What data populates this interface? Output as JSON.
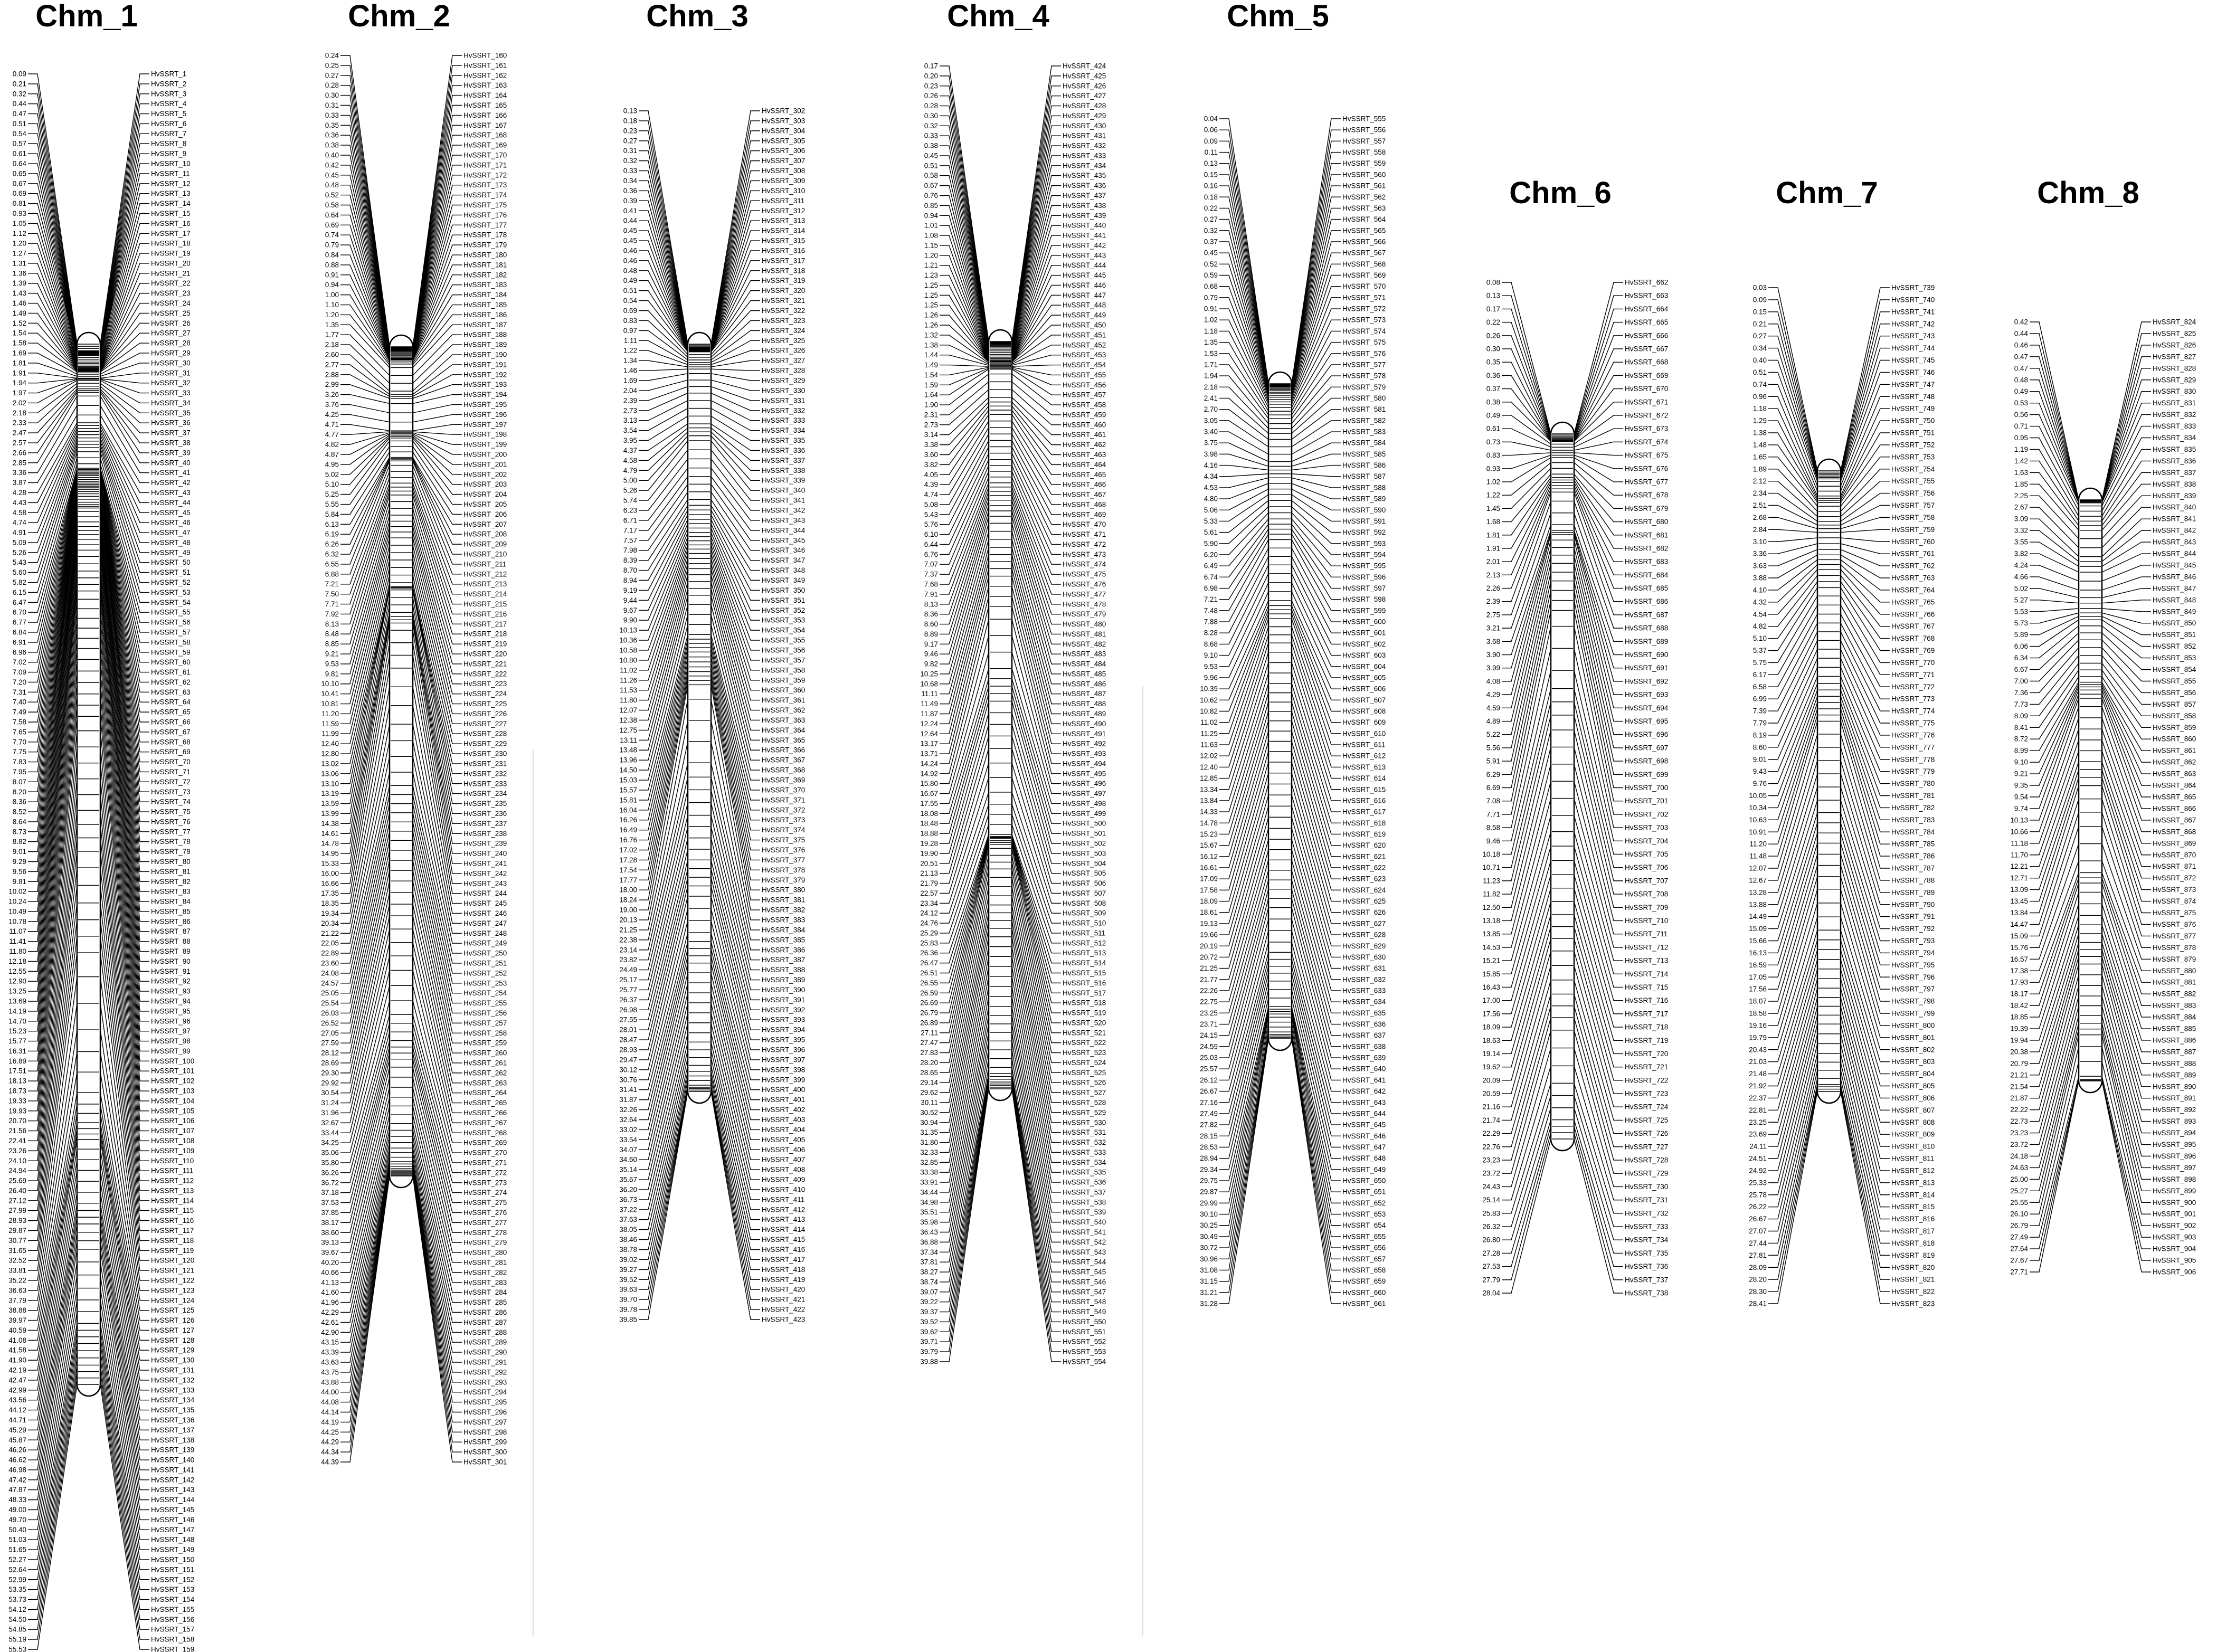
{
  "figure": {
    "marker_prefix": "HvSSRT_",
    "line_color": "#000000",
    "background": "#ffffff"
  },
  "chromosomes": [
    {
      "name": "Chm_1",
      "first_marker": 1,
      "last_marker": 159,
      "start_cM": 0.09,
      "end_cM": 55.53,
      "sample_positions": [
        "0.09",
        "0.44",
        "0.54",
        "0.64",
        "0.68",
        "1.04",
        "1.27",
        "1.39",
        "1.49",
        "1.56",
        "1.90",
        "1.99",
        "2.45",
        "2.73",
        "4.24",
        "4.69",
        "5.21",
        "5.72",
        "6.68",
        "6.89",
        "7.05",
        "7.37",
        "7.63",
        "7.78",
        "8.13",
        "8.60",
        "8.87",
        "9.70",
        "10.34",
        "11.20",
        "12.35",
        "13.39",
        "14.90",
        "16.51",
        "18.35",
        "20.13",
        "22.69",
        "25.19",
        "27.32",
        "30.12",
        "32.74",
        "36.95",
        "40.20",
        "41.67",
        "42.52",
        "44.21",
        "45.95",
        "47.02",
        "48.37",
        "50.45",
        "52.31",
        "53.36",
        "54.51",
        "55.53"
      ]
    },
    {
      "name": "Chm_2",
      "first_marker": 160,
      "last_marker": 301,
      "start_cM": 0.24,
      "end_cM": 44.39,
      "sample_positions": [
        "0.24",
        "0.29",
        "0.34",
        "0.40",
        "0.49",
        "0.68",
        "0.85",
        "0.95",
        "1.29",
        "2.69",
        "3.05",
        "4.71",
        "4.89",
        "5.15",
        "6.13",
        "6.34",
        "7.44",
        "8.15",
        "9.36",
        "10.33",
        "11.65",
        "13.00",
        "13.13",
        "14.47",
        "15.05",
        "17.28",
        "20.62",
        "23.43",
        "25.05",
        "26.70",
        "28.51",
        "30.58",
        "32.98",
        "35.70",
        "37.25",
        "38.33",
        "40.13",
        "41.70",
        "42.80",
        "43.62",
        "44.04",
        "44.23",
        "44.39"
      ]
    },
    {
      "name": "Chm_3",
      "first_marker": 302,
      "last_marker": 423,
      "start_cM": 0.13,
      "end_cM": 39.85,
      "sample_positions": [
        "0.13",
        "0.31",
        "0.35",
        "0.45",
        "0.46",
        "0.53",
        "1.07",
        "1.51",
        "2.82",
        "4.38",
        "5.17",
        "7.00",
        "8.54",
        "9.48",
        "10.35",
        "11.18",
        "12.20",
        "13.58",
        "15.60",
        "16.45",
        "17.45",
        "18.33",
        "22.59",
        "25.15",
        "27.43",
        "29.17",
        "31.61",
        "33.06",
        "35.07",
        "37.08",
        "38.64",
        "39.57",
        "39.85"
      ]
    },
    {
      "name": "Chm_4",
      "first_marker": 424,
      "last_marker": 554,
      "start_cM": 0.17,
      "end_cM": 39.88,
      "sample_positions": [
        "0.17",
        "0.28",
        "0.34",
        "0.59",
        "0.93",
        "1.19",
        "1.25",
        "1.26",
        "1.48",
        "1.66",
        "3.20",
        "4.00",
        "5.28",
        "6.54",
        "7.68",
        "8.52",
        "9.58",
        "11.17",
        "12.56",
        "14.55",
        "17.80",
        "19.28",
        "21.57",
        "24.45",
        "26.44",
        "26.58",
        "26.95",
        "28.30",
        "30.11",
        "31.65",
        "33.60",
        "35.59",
        "37.27",
        "39.01",
        "39.56",
        "39.88"
      ]
    },
    {
      "name": "Chm_5",
      "first_marker": 555,
      "last_marker": 661,
      "start_cM": 0.04,
      "end_cM": 31.28,
      "sample_positions": [
        "0.04",
        "0.13",
        "0.18",
        "0.37",
        "0.64",
        "1.05",
        "1.69",
        "2.55",
        "3.84",
        "4.50",
        "5.48",
        "6.55",
        "7.42",
        "8.89",
        "10.46",
        "11.18",
        "12.59",
        "14.40",
        "16.02",
        "17.80",
        "19.71",
        "21.65",
        "23.45",
        "25.06",
        "27.07",
        "28.28",
        "29.76",
        "30.18",
        "31.04",
        "31.28"
      ]
    },
    {
      "name": "Chm_6",
      "first_marker": 662,
      "last_marker": 738,
      "start_cM": 0.08,
      "end_cM": 28.04,
      "sample_positions": [
        "0.08",
        "0.22",
        "0.35",
        "0.38",
        "0.75",
        "1.04",
        "1.73",
        "2.04",
        "2.43",
        "3.85",
        "4.11",
        "5.02",
        "6.08",
        "7.29",
        "9.95",
        "11.55",
        "13.61",
        "15.67",
        "17.41",
        "19.03",
        "20.47",
        "22.22",
        "23.64",
        "25.79",
        "27.27",
        "28.04"
      ]
    },
    {
      "name": "Chm_7",
      "first_marker": 739,
      "last_marker": 823,
      "start_cM": 0.03,
      "end_cM": 28.41,
      "sample_positions": [
        "0.03",
        "0.23",
        "0.45",
        "1.20",
        "1.52",
        "2.31",
        "2.87",
        "3.77",
        "4.51",
        "5.44",
        "6.83",
        "8.17",
        "9.56",
        "10.54",
        "11.49",
        "13.52",
        "15.55",
        "17.11",
        "18.83",
        "20.96",
        "22.46",
        "23.93",
        "25.29",
        "26.80",
        "28.05",
        "28.41"
      ]
    },
    {
      "name": "Chm_8",
      "first_marker": 824,
      "last_marker": 906,
      "start_cM": 0.42,
      "end_cM": 27.71,
      "sample_positions": [
        "0.42",
        "0.47",
        "0.48",
        "0.58",
        "1.27",
        "1.88",
        "3.08",
        "3.73",
        "4.92",
        "5.64",
        "6.10",
        "7.03",
        "8.07",
        "8.96",
        "9.27",
        "9.82",
        "11.31",
        "12.75",
        "13.78",
        "15.54",
        "17.82",
        "18.51",
        "20.05",
        "21.22",
        "22.15",
        "23.58",
        "24.87",
        "25.64",
        "27.61",
        "27.71"
      ]
    }
  ]
}
